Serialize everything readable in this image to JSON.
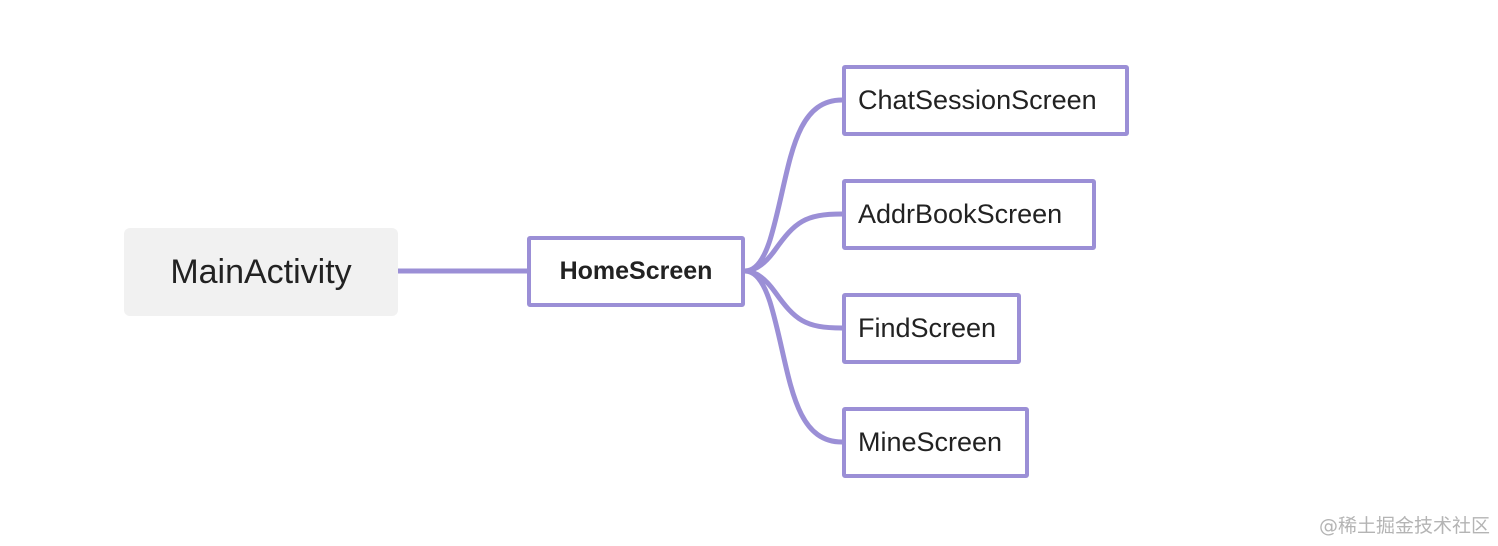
{
  "diagram": {
    "root": {
      "label": "MainActivity"
    },
    "child": {
      "label": "HomeScreen"
    },
    "leaves": [
      {
        "label": "ChatSessionScreen"
      },
      {
        "label": "AddrBookScreen"
      },
      {
        "label": "FindScreen"
      },
      {
        "label": "MineScreen"
      }
    ],
    "connector_color": "#9b8fd6",
    "root_fill": "#f1f1f1"
  },
  "watermark": {
    "text": "@稀土掘金技术社区"
  }
}
